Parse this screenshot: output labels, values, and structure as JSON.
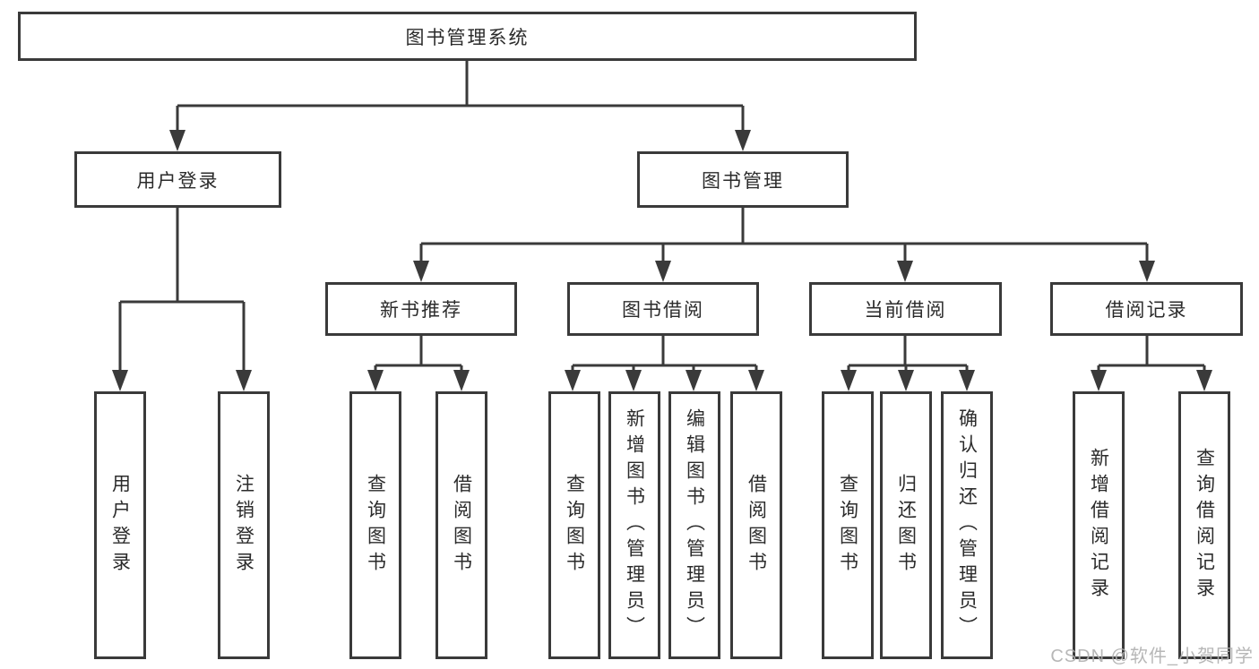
{
  "nodes": {
    "root": {
      "label": "图书管理系统"
    },
    "level2": [
      {
        "label": "用户登录",
        "children": [
          {
            "label": "用户登录"
          },
          {
            "label": "注销登录"
          }
        ]
      },
      {
        "label": "图书管理",
        "children": [
          {
            "label": "新书推荐",
            "children": [
              {
                "label": "查询图书"
              },
              {
                "label": "借阅图书"
              }
            ]
          },
          {
            "label": "图书借阅",
            "children": [
              {
                "label": "查询图书"
              },
              {
                "label": "新增图书（管理员）"
              },
              {
                "label": "编辑图书（管理员）"
              },
              {
                "label": "借阅图书"
              }
            ]
          },
          {
            "label": "当前借阅",
            "children": [
              {
                "label": "查询图书"
              },
              {
                "label": "归还图书"
              },
              {
                "label": "确认归还（管理员）"
              }
            ]
          },
          {
            "label": "借阅记录",
            "children": [
              {
                "label": "新增借阅记录"
              },
              {
                "label": "查询借阅记录"
              }
            ]
          }
        ]
      }
    ]
  },
  "watermark": {
    "text": "CSDN @软件_小贺同学"
  },
  "colors": {
    "line": "#3a3a3a",
    "text": "#2b2b2b",
    "box_background": "#ffffff",
    "page_background": "#ffffff",
    "watermark": "#b0b0b0"
  }
}
